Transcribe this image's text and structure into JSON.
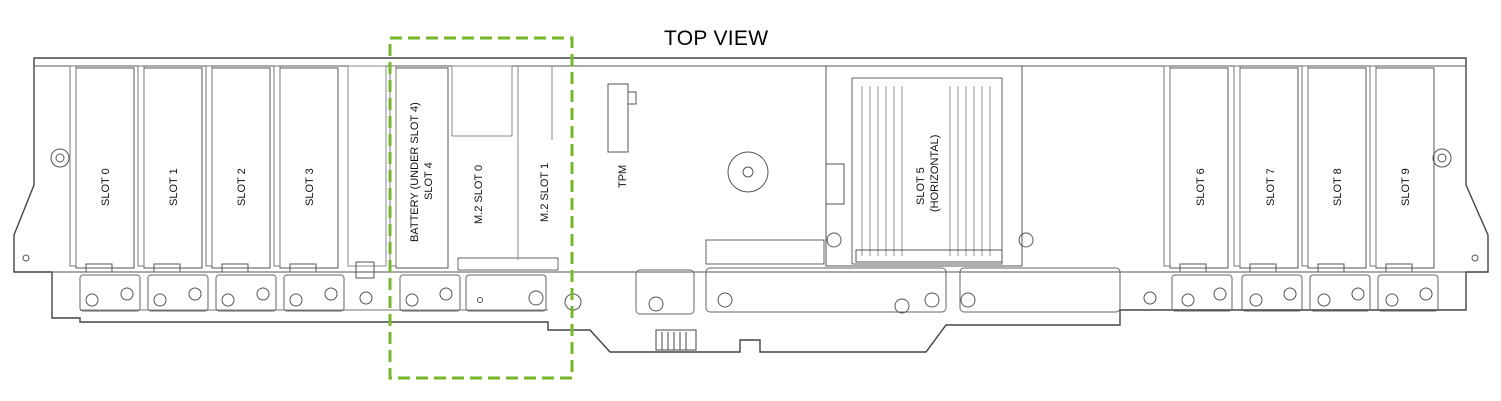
{
  "title": "TOP VIEW",
  "highlight_color": "#77b72a",
  "line_color": "#444444",
  "slots": [
    {
      "id": "slot-0",
      "label": "SLOT 0"
    },
    {
      "id": "slot-1",
      "label": "SLOT 1"
    },
    {
      "id": "slot-2",
      "label": "SLOT 2"
    },
    {
      "id": "slot-3",
      "label": "SLOT 3"
    },
    {
      "id": "slot-4",
      "label": "BATTERY (UNDER SLOT 4)",
      "label2": "SLOT 4"
    },
    {
      "id": "m2-slot-0",
      "label": "M.2 SLOT 0"
    },
    {
      "id": "m2-slot-1",
      "label": "M.2 SLOT 1"
    },
    {
      "id": "tpm",
      "label": "TPM"
    },
    {
      "id": "slot-5",
      "label": "SLOT 5",
      "label2": "(HORIZONTAL)"
    },
    {
      "id": "slot-6",
      "label": "SLOT 6"
    },
    {
      "id": "slot-7",
      "label": "SLOT 7"
    },
    {
      "id": "slot-8",
      "label": "SLOT 8"
    },
    {
      "id": "slot-9",
      "label": "SLOT 9"
    }
  ]
}
